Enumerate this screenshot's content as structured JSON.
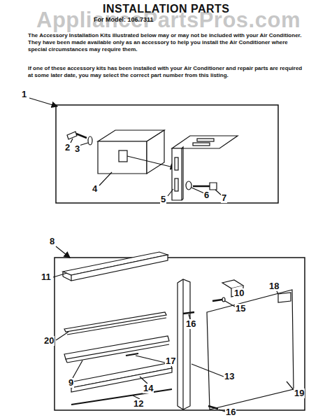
{
  "diagram": {
    "title": "INSTALLATION PARTS",
    "labels": [
      "AppliancePartsPros.com",
      "For Model: 106.7311",
      "The Accessory Installation Kits illustrated below may or may not be included with your Air Conditioner. They have been made available only as an accessory to help you install the Air Conditioner where special circumstances may require them.",
      "If one of these accessory kits has been installed with your Air Conditioner and repair parts are required at some later date, you may select the correct part number from this listing.",
      "1",
      "2",
      "3",
      "4",
      "5",
      "6",
      "7",
      "8",
      "11",
      "10",
      "18",
      "15",
      "16",
      "20",
      "17",
      "9",
      "14",
      "13",
      "12",
      "19",
      "16"
    ]
  }
}
